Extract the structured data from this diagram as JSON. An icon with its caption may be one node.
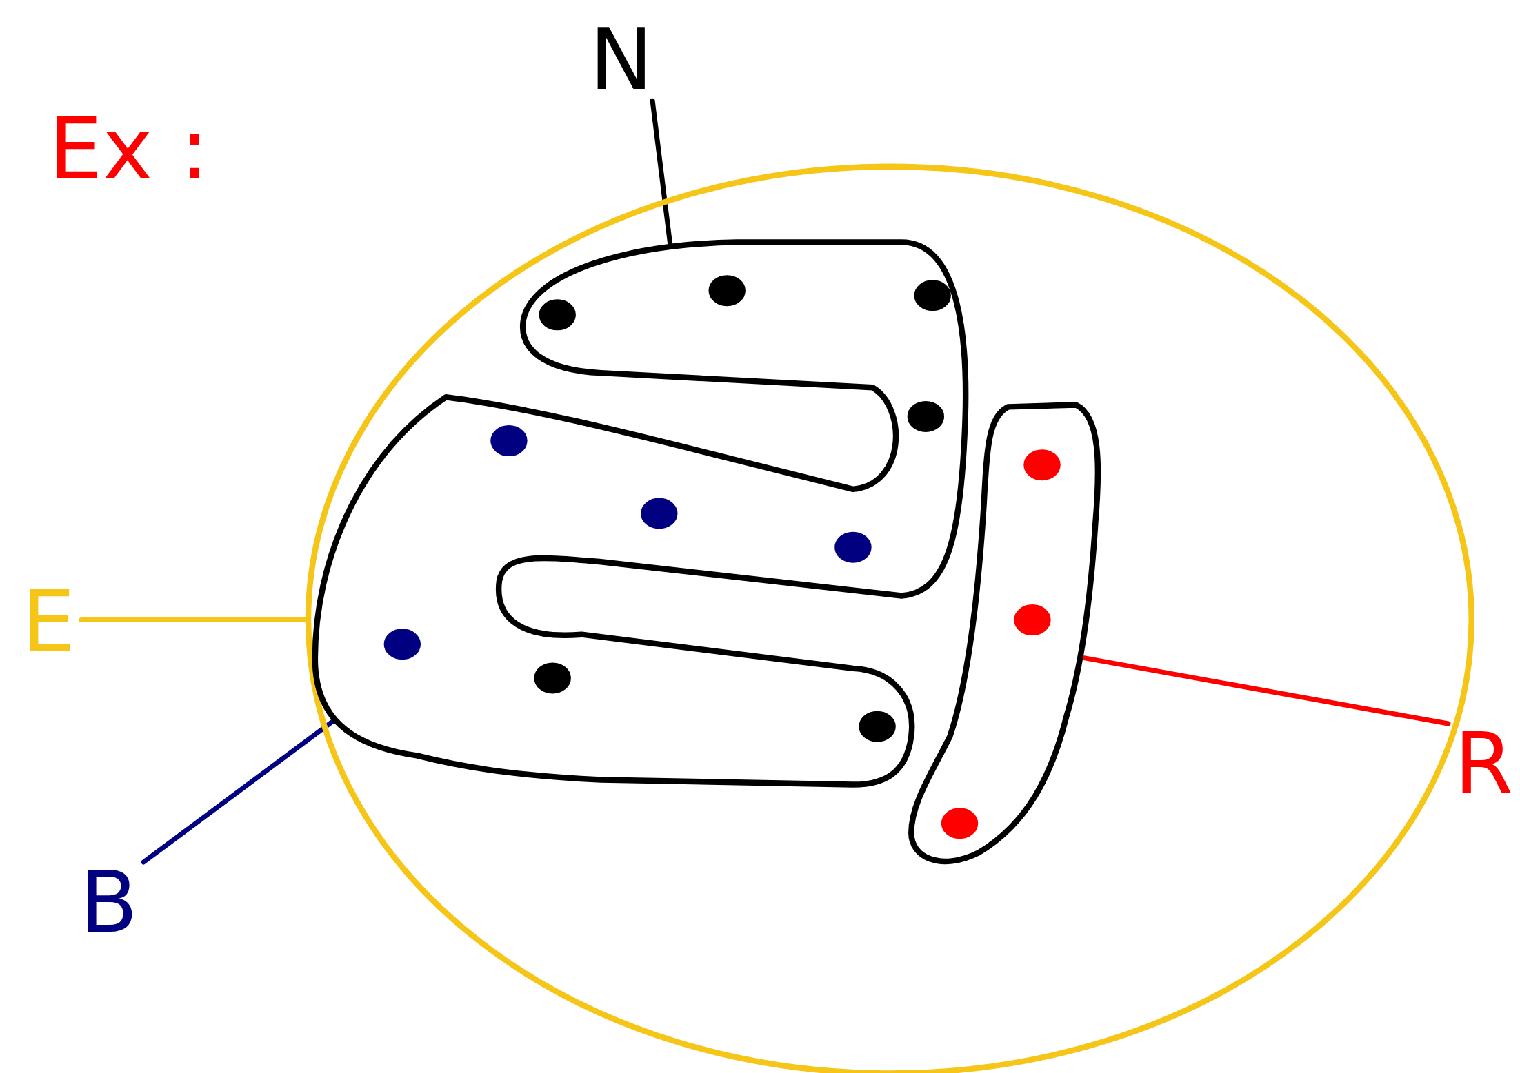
{
  "diagram": {
    "nodes": [
      {
        "text": [
          "N"
        ]
      },
      {
        "text": [
          "E"
        ]
      },
      {
        "text": [],
        "shape": "circle"
      },
      {
        "text": [],
        "shape": "cloud",
        "in": 2
      },
      {
        "text": [],
        "shape": "cloud",
        "in": 2
      },
      {
        "text": [
          "B"
        ]
      },
      {
        "text": [
          "R"
        ]
      }
    ],
    "edges": [
      {
        "from": 0,
        "to": 3,
        "arrow": "none",
        "color": "#000000"
      },
      {
        "from": 1,
        "to": 2,
        "arrow": "none",
        "color": "#f5c518"
      },
      {
        "from": 5,
        "to": 3,
        "arrow": "none",
        "color": "#000080"
      },
      {
        "from": 6,
        "to": 4,
        "arrow": "none",
        "color": "#ff0000"
      }
    ],
    "labels": [
      "Ex :"
    ]
  }
}
